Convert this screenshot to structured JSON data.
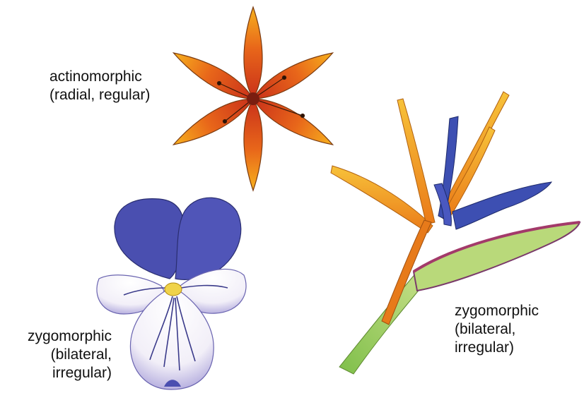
{
  "labels": {
    "actinomorphic": {
      "line1": "actinomorphic",
      "line2": "(radial, regular)"
    },
    "zygomorphic_pansy": {
      "line1": "zygomorphic",
      "line2": "(bilateral,",
      "line3": "irregular)"
    },
    "zygomorphic_bird_of_paradise": {
      "line1": "zygomorphic",
      "line2": "(bilateral,",
      "line3": "irregular)"
    }
  },
  "colors": {
    "lily_petal_outer": "#e8661a",
    "lily_petal_inner": "#c9301a",
    "lily_petal_tip": "#f7b21e",
    "pansy_upper": "#4a4fb0",
    "pansy_lower": "#f2eff8",
    "pansy_center": "#f0d34a",
    "bird_orange": "#f39a1e",
    "bird_blue": "#3d4fb2",
    "bird_stem": "#9bcf5a",
    "bird_sheath_edge": "#a33a6a"
  }
}
